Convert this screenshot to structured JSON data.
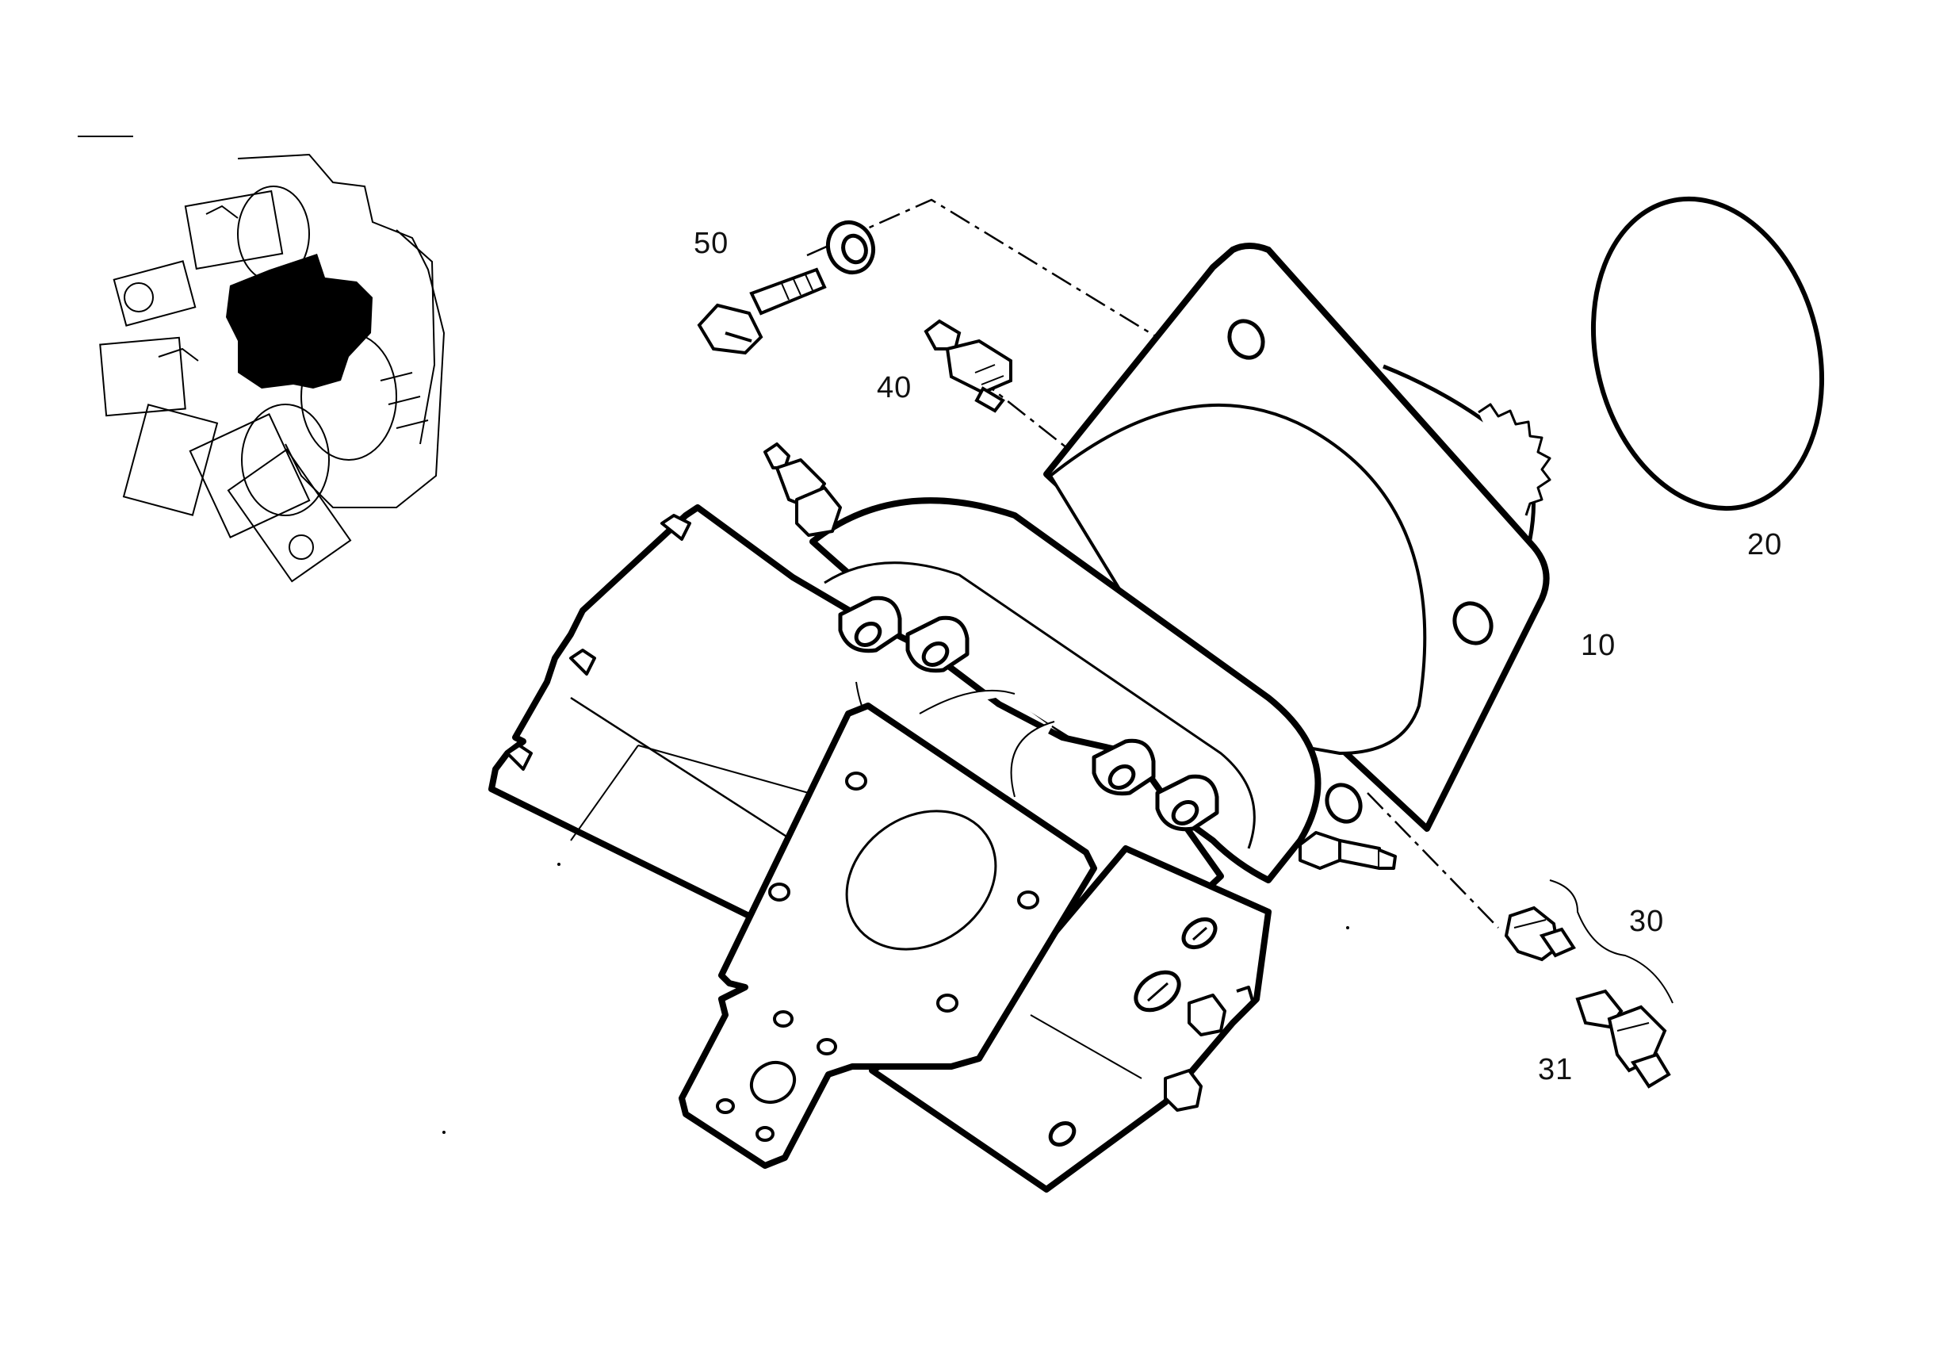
{
  "diagram": {
    "kind": "exploded parts view",
    "line_color": "#000000",
    "background": "#ffffff",
    "callouts": [
      {
        "id": "c50",
        "label": "50",
        "part": "hex bolt with sealing washer"
      },
      {
        "id": "c40",
        "label": "40",
        "part": "pressure switch"
      },
      {
        "id": "c20",
        "label": "20",
        "part": "o-ring"
      },
      {
        "id": "c10",
        "label": "10",
        "part": "hydraulic motor assembly"
      },
      {
        "id": "c30",
        "label": "30",
        "part": "screw-in fitting"
      },
      {
        "id": "c31",
        "label": "31",
        "part": "sensor plug"
      }
    ]
  }
}
